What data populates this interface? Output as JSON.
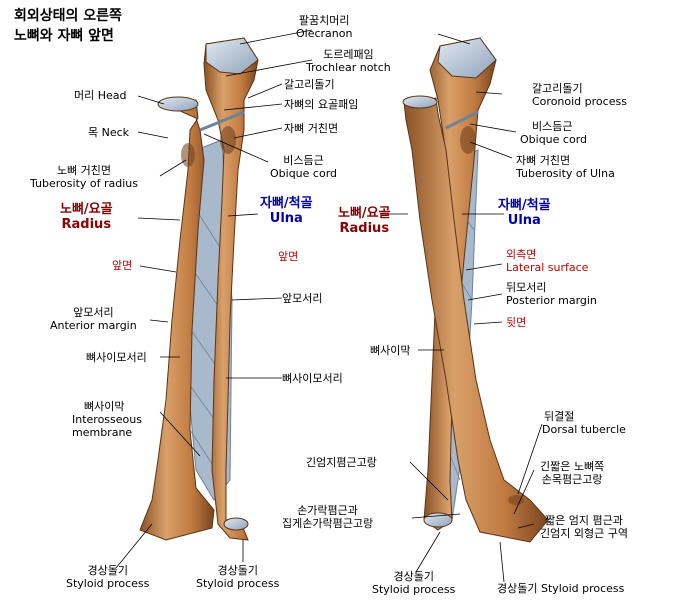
{
  "title": {
    "line1": "회외상태의 오른쪽",
    "line2": "노뼈와 자뼈 앞면"
  },
  "labels": {
    "olecranon": {
      "ko": "팔꿈치머리",
      "en": "Olecranon"
    },
    "trochlear_notch": {
      "ko": "도르레패임",
      "en": "Trochlear notch"
    },
    "coronoid": {
      "ko": "갈고리돌기"
    },
    "radial_notch": {
      "ko": "자뼈의 요골패임"
    },
    "ulna_tuberosity_front": {
      "ko": "자뼈 거친면"
    },
    "oblique_cord_front": {
      "ko": "비스듬근",
      "en": "Obique cord"
    },
    "head": {
      "text": "머리 Head"
    },
    "neck": {
      "text": "목 Neck"
    },
    "radius_tuberosity": {
      "ko": "노뼈 거친면",
      "en": "Tuberosity of radius"
    },
    "radius_front": {
      "ko": "노뼈/요골",
      "en": "Radius"
    },
    "ulna_front": {
      "ko": "자뼈/척골",
      "en": "Ulna"
    },
    "anterior_surface_left": {
      "text": "앞면"
    },
    "anterior_surface_right": {
      "text": "앞면"
    },
    "anterior_margin_left": {
      "ko": "앞모서리",
      "en": "Anterior margin"
    },
    "anterior_margin_right": {
      "text": "앞모서리"
    },
    "interosseous_margin_left": {
      "text": "뼈사이모서리"
    },
    "interosseous_margin_right": {
      "text": "뼈사이모서리"
    },
    "interosseous_membrane": {
      "ko": "뼈사이막",
      "en1": "Interosseous",
      "en2": "membrane"
    },
    "styloid_left": {
      "ko": "경상돌기",
      "en": "Styloid process"
    },
    "styloid_right": {
      "ko": "경상돌기",
      "en": "Styloid process"
    },
    "coronoid_back": {
      "ko": "갈고리돌기",
      "en": "Coronoid process"
    },
    "oblique_cord_back": {
      "ko": "비스듬근",
      "en": "Obique cord"
    },
    "ulna_tuberosity_back": {
      "ko": "자뼈 거친면",
      "en": "Tuberosity of Ulna"
    },
    "radius_back": {
      "ko": "노뼈/요골",
      "en": "Radius"
    },
    "ulna_back": {
      "ko": "자뼈/척골",
      "en": "Ulna"
    },
    "lateral_surface": {
      "ko": "외측면",
      "en": "Lateral surface"
    },
    "posterior_margin": {
      "ko": "뒤모서리",
      "en": "Posterior margin"
    },
    "posterior_surface": {
      "text": "뒷면"
    },
    "interosseous_membrane_back": {
      "text": "뼈사이막"
    },
    "dorsal_tubercle": {
      "ko": "뒤결절",
      "en": "Dorsal tubercle"
    },
    "ecrl_ecrb": {
      "l1": "긴짧은 노뼈쪽",
      "l2": "손목폄근고랑"
    },
    "epl": {
      "text": "긴엄지폄근고랑"
    },
    "epb_apl": {
      "l1": "짧은 엄지 폄근과",
      "l2": "긴엄지 외형근 구역"
    },
    "ed_ei": {
      "l1": "손가락폄근과",
      "l2": "집게손가락폄근고랑"
    },
    "styloid_back_left": {
      "ko": "경상돌기",
      "en": "Styloid process"
    },
    "styloid_back_right": {
      "text": "경상돌기 Styloid process"
    }
  },
  "colors": {
    "bone": "#c8894e",
    "bone_dark": "#8a5226",
    "membrane": "#a9b9cc",
    "leader": "#000000",
    "red_label": "#c00000",
    "blue_label": "#0000b0"
  }
}
